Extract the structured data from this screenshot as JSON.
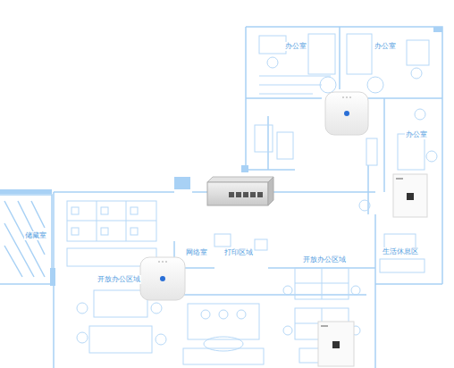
{
  "diagram": {
    "labels": [
      "办公室",
      "办公室",
      "办公室",
      "储藏室",
      "网络室",
      "打印区域",
      "开放办公区域",
      "开放办公区域",
      "生活休息区"
    ]
  }
}
